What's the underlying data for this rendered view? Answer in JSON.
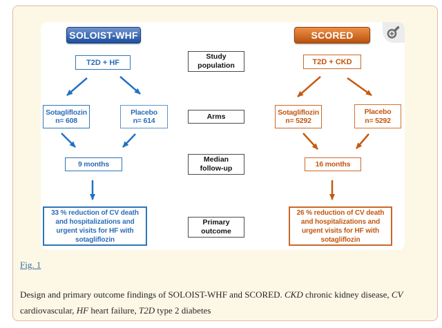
{
  "figure": {
    "soloist": {
      "title": "SOLOIST-WHF",
      "accent_color": "#2e75b6",
      "population": "T2D + HF",
      "treatment_arm": {
        "name": "Sotagliflozin",
        "n": "n= 608"
      },
      "placebo_arm": {
        "name": "Placebo",
        "n": "n= 614"
      },
      "followup": "9 months",
      "outcome": "33 % reduction of CV death and hospitalizations and urgent visits for HF with sotagliflozin"
    },
    "scored": {
      "title": "SCORED",
      "accent_color": "#c55a11",
      "population": "T2D + CKD",
      "treatment_arm": {
        "name": "Sotagliflozin",
        "n": "n= 5292"
      },
      "placebo_arm": {
        "name": "Placebo",
        "n": "n= 5292"
      },
      "followup": "16 months",
      "outcome": "26 % reduction of CV death and hospitalizations and urgent visits for HF with sotagliflozin"
    },
    "row_labels": {
      "study_population": {
        "line1": "Study",
        "line2": "population"
      },
      "arms": "Arms",
      "median_followup": {
        "line1": "Median",
        "line2": "follow-up"
      },
      "primary_outcome": {
        "line1": "Primary",
        "line2": "outcome"
      }
    },
    "zoom_icon": "magnifier-plus"
  },
  "caption": {
    "link_label": "Fig. 1",
    "segments": [
      {
        "text": "Design and primary outcome findings of SOLOIST-WHF and SCORED. ",
        "italic": false
      },
      {
        "text": "CKD",
        "italic": true
      },
      {
        "text": " chronic kidney disease, ",
        "italic": false
      },
      {
        "text": "CV",
        "italic": true
      },
      {
        "text": " cardiovascular, ",
        "italic": false
      },
      {
        "text": "HF",
        "italic": true
      },
      {
        "text": " heart failure, ",
        "italic": false
      },
      {
        "text": "T2D",
        "italic": true
      },
      {
        "text": " type 2 diabetes",
        "italic": false
      }
    ]
  }
}
